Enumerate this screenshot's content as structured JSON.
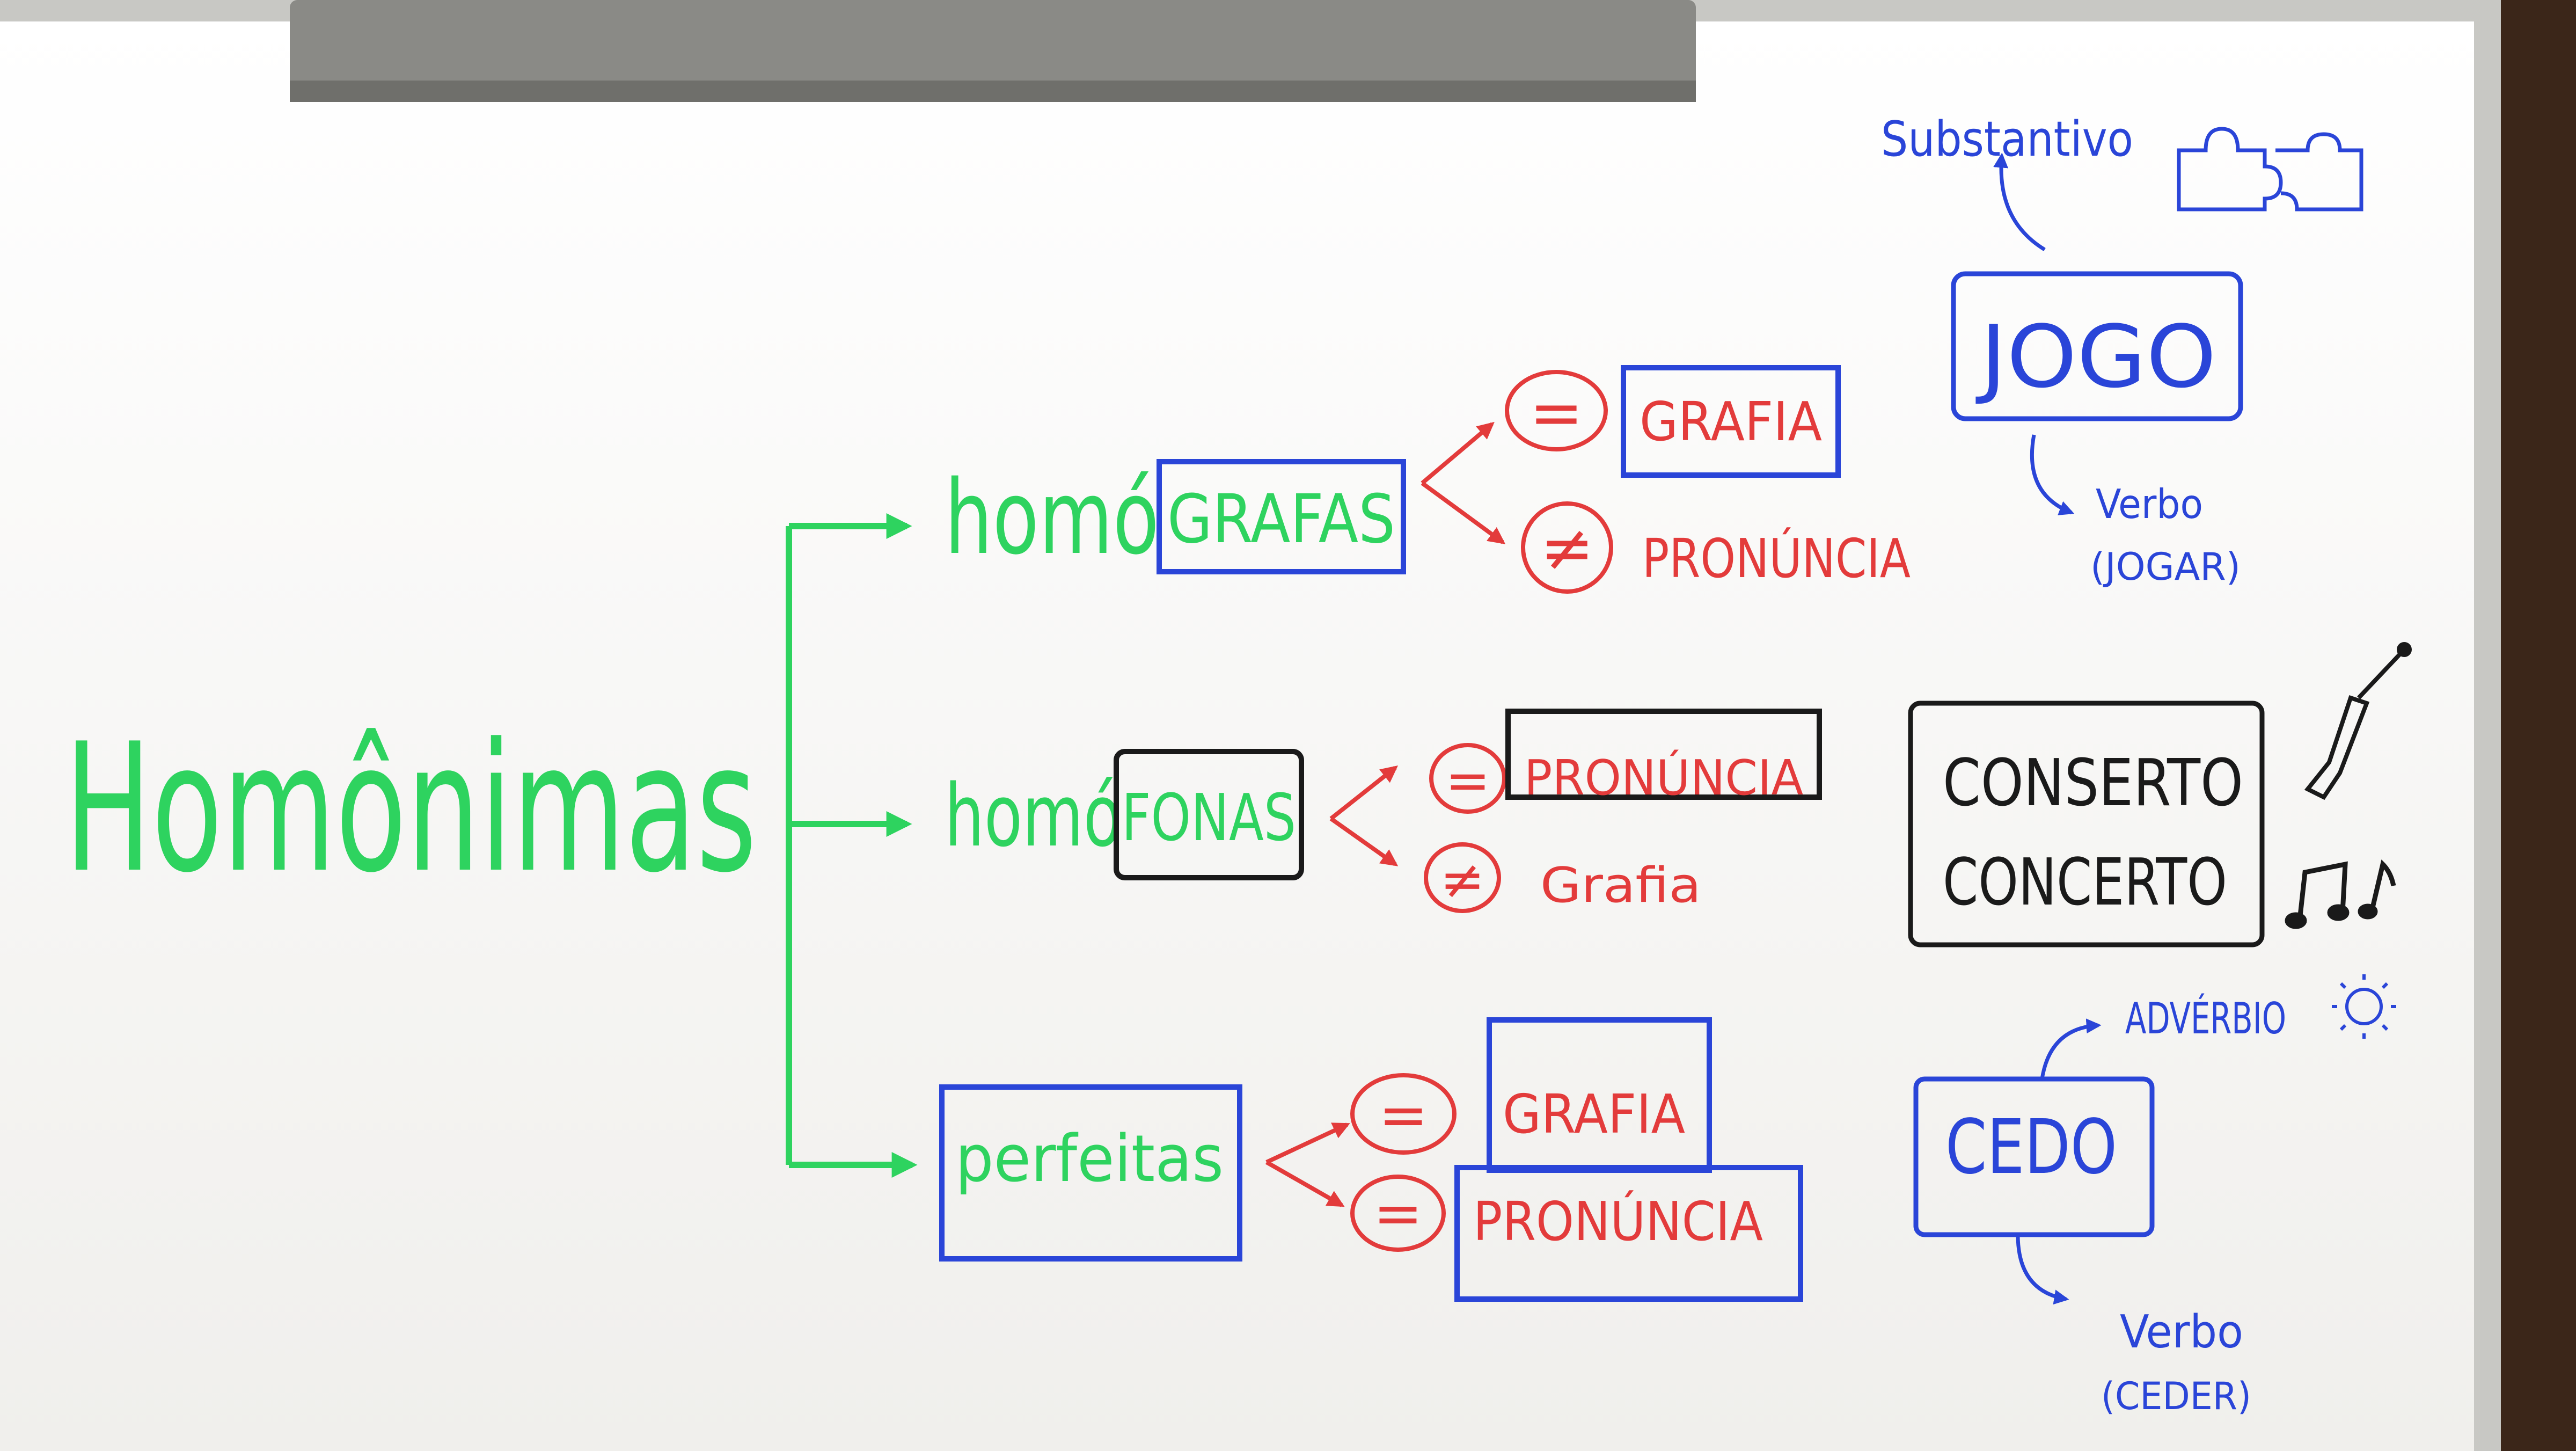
{
  "colors": {
    "green": "#2ed35f",
    "red": "#e33b3b",
    "blue": "#2a45d8",
    "black": "#1a1a1a",
    "board": "#f7f7f6",
    "wall": "#5a3a26",
    "tray": "#8a8a86"
  },
  "title": "Homônimas",
  "branches": {
    "homografas": {
      "prefix": "homó",
      "suffix": "GRAFAS",
      "eq_symbol": "=",
      "eq_label": "GRAFIA",
      "neq_symbol": "≠",
      "neq_label": "PRONÚNCIA"
    },
    "homofonas": {
      "prefix": "homó",
      "suffix": "FONAS",
      "eq_symbol": "=",
      "eq_label": "PRONÚNCIA",
      "neq_symbol": "≠",
      "neq_label": "Grafia"
    },
    "perfeitas": {
      "label": "perfeitas",
      "eq1_symbol": "=",
      "eq1_label": "GRAFIA",
      "eq2_symbol": "=",
      "eq2_label": "PRONÚNCIA"
    }
  },
  "examples": {
    "jogo": {
      "word": "JOGO",
      "up": "Substantivo",
      "down": "Verbo",
      "down_paren": "(JOGAR)",
      "icon": "puzzle-icon"
    },
    "conserto": {
      "word1": "CONSERTO",
      "word2": "CONCERTO",
      "icon1": "screwdriver-icon",
      "icon2": "music-note-icon"
    },
    "cedo": {
      "word": "CEDO",
      "up": "ADVÉRBIO",
      "down": "Verbo",
      "down_paren": "(CEDER)",
      "icon": "sun-icon"
    }
  }
}
